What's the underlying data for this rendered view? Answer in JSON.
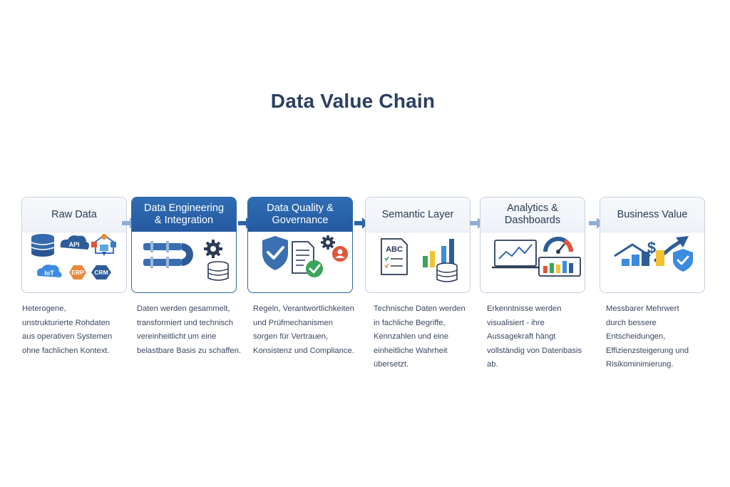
{
  "title": "Data Value Chain",
  "colors": {
    "accent": "#2c64a8",
    "orange": "#e88a3c",
    "green": "#3aa55a",
    "gold": "#f2c230",
    "red": "#e0553a"
  },
  "stages": [
    {
      "title": "Raw Data",
      "icons": [
        "database-icon",
        "api-icon",
        "network-icon",
        "iot-cloud-icon",
        "erp-icon",
        "crm-icon"
      ],
      "icon_labels": {
        "api": "API",
        "iot": "IoT",
        "erp": "ERP",
        "crm": "CRM"
      },
      "description": "Heterogene,\nunstrukturierte Rohdaten\naus operativen Systemen\nohne fachlichen Kontext."
    },
    {
      "title": "Data Engineering\n& Integration",
      "icons": [
        "pipeline-icon",
        "gear-icon",
        "database-icon"
      ],
      "description": "Daten werden gesammelt,\ntransformiert und technisch\nvereinheitlicht  um eine\nbelastbare Basis zu schaffen."
    },
    {
      "title": "Data Quality &\nGovernance",
      "icons": [
        "shield-check-icon",
        "document-icon",
        "checkmark-icon",
        "gear-icon",
        "user-icon"
      ],
      "description": "Regeln, Verantwortlichkeiten\nund Prüfmechanismen\nsorgen für Vertrauen,\nKonsistenz und Compliance."
    },
    {
      "title": "Semantic Layer",
      "icons": [
        "abc-document-icon",
        "bar-chart-icon",
        "database-icon"
      ],
      "icon_labels": {
        "abc": "ABC"
      },
      "description": "Technische Daten werden\nin fachliche Begriffe,\nKennzahlen und eine\neinheitliche Wahrheit\nübersetzt."
    },
    {
      "title": "Analytics &\nDashboards",
      "icons": [
        "line-chart-icon",
        "gauge-icon",
        "bar-chart-icon"
      ],
      "description": "Erkenntnisse werden\nvisualisiert - ihre\nAussagekraft hängt\nvollständig von Datenbasis ab."
    },
    {
      "title": "Business Value",
      "icons": [
        "house-icon",
        "dollar-icon",
        "growth-arrow-icon",
        "bar-chart-icon",
        "shield-check-icon"
      ],
      "icon_labels": {
        "dollar": "$"
      },
      "description": "Messbarer Mehrwert\ndurch bessere Entscheidungen,\nEffizienzsteigerung und\nRisikominimierung."
    }
  ]
}
